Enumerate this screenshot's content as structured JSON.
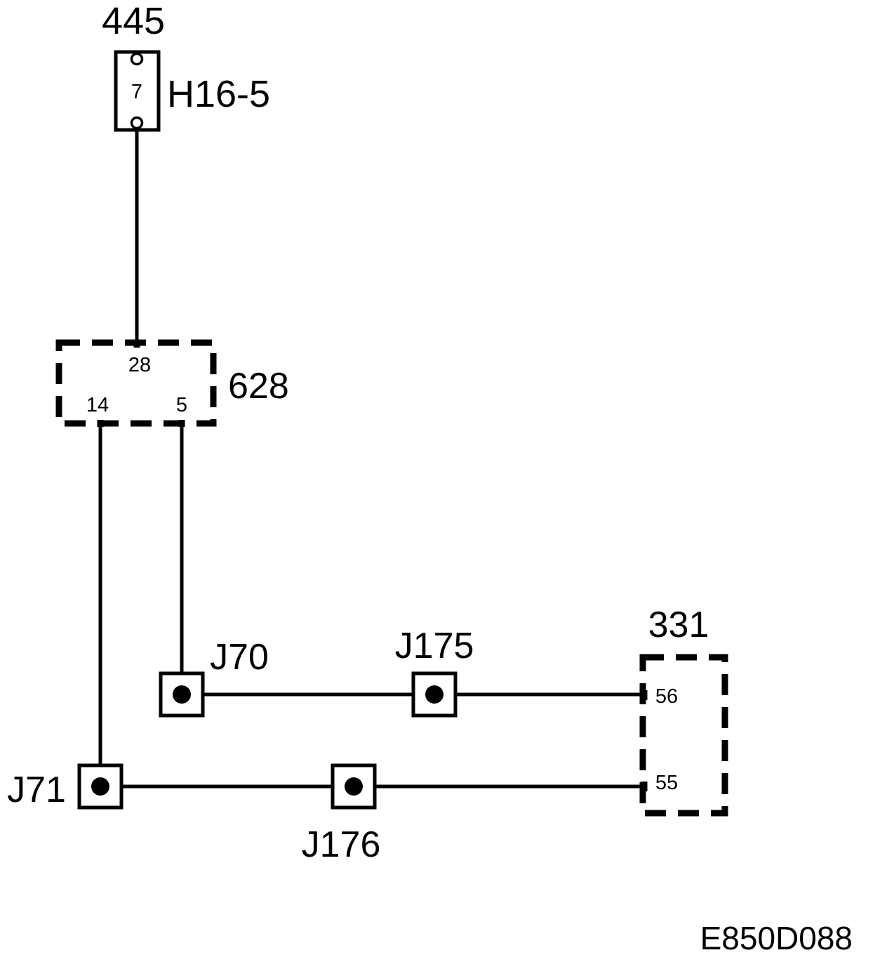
{
  "diagram": {
    "drawing_id": "E850D088",
    "components": {
      "connector_h16_5": {
        "number": "445",
        "name": "H16-5",
        "pin": "7"
      },
      "module_628": {
        "number": "628",
        "pins": {
          "top": "28",
          "left": "14",
          "right": "5"
        }
      },
      "module_331": {
        "number": "331",
        "pins": {
          "upper": "56",
          "lower": "55"
        }
      }
    },
    "splices": {
      "j70": "J70",
      "j71": "J71",
      "j175": "J175",
      "j176": "J176"
    },
    "colors": {
      "line": "#000000",
      "background": "#ffffff"
    }
  }
}
